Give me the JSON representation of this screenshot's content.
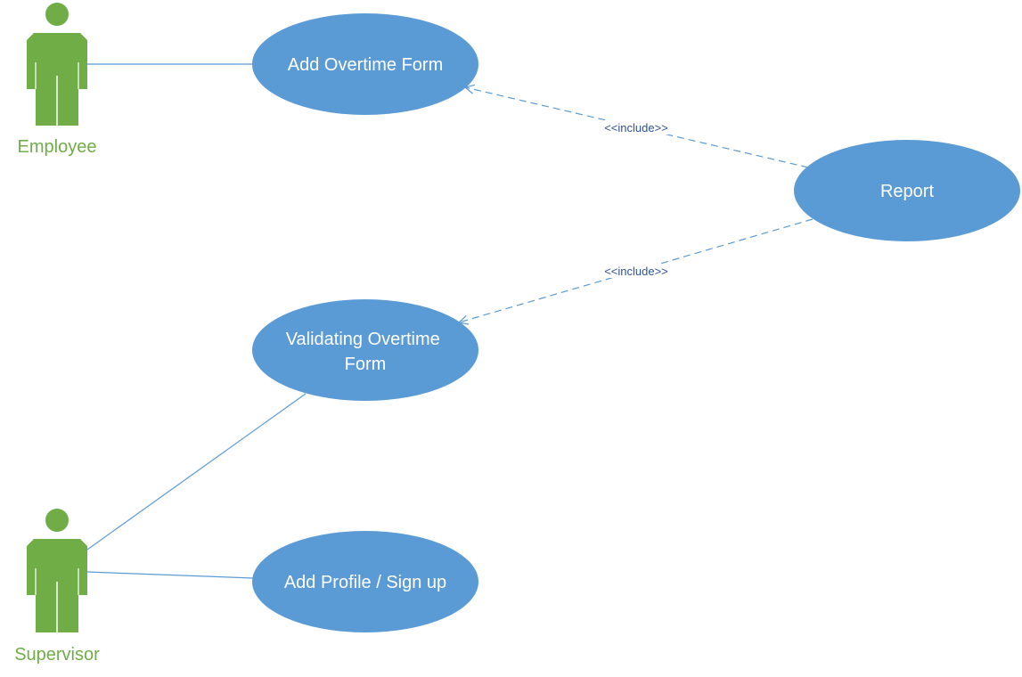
{
  "colors": {
    "actor": "#70AD47",
    "use_case_fill": "#5B9BD5",
    "use_case_text": "#FFFFFF",
    "connector": "#5B9BD5",
    "include_label": "#2E5597"
  },
  "actors": {
    "employee": {
      "label": "Employee",
      "icon": "stick-figure-icon"
    },
    "supervisor": {
      "label": "Supervisor",
      "icon": "stick-figure-icon"
    }
  },
  "use_cases": {
    "add_overtime_form": {
      "lines": [
        "Add Overtime Form"
      ]
    },
    "report": {
      "lines": [
        "Report"
      ]
    },
    "validating_overtime_form": {
      "lines": [
        "Validating Overtime",
        "Form"
      ]
    },
    "add_profile_sign_up": {
      "lines": [
        "Add Profile / Sign up"
      ]
    }
  },
  "relationships": {
    "include_1": {
      "label": "<<include>>"
    },
    "include_2": {
      "label": "<<include>>"
    }
  }
}
